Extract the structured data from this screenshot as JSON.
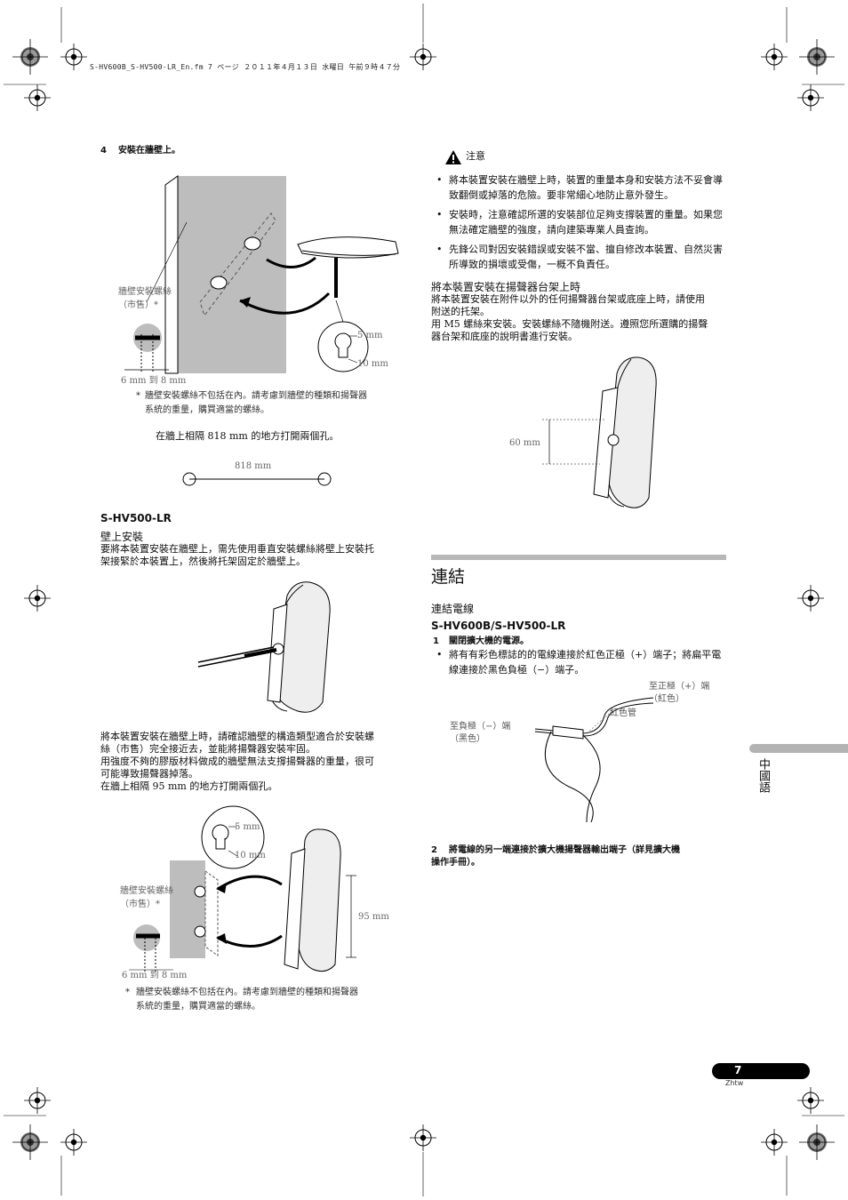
{
  "header_line": "S-HV600B_S-HV500-LR_En.fm  7 ページ  ２０１１年４月１３日  水曜日  午前９時４７分",
  "step4": {
    "num": "4",
    "text": "安裝在牆壁上。"
  },
  "fig1": {
    "screw_label": [
      "牆壁安裝螺絲",
      "（市售）*"
    ],
    "screw_dim": "6 mm 到 8 mm",
    "hole_5": "5 mm",
    "hole_10": "10 mm",
    "footnote_mark": "*",
    "footnote": [
      "牆壁安裝螺絲不包括在內。請考慮到牆壁的種類和揚聲器",
      "系統的重量，購買適當的螺絲。"
    ]
  },
  "drill_818": {
    "text": "在牆上相隔 818 mm 的地方打開兩個孔。",
    "dim": "818 mm"
  },
  "hv500": {
    "title": "S-HV500-LR",
    "subtitle": "壁上安裝",
    "para": [
      "要將本裝置安裝在牆壁上，需先使用垂直安裝螺絲將壁上安裝托",
      "架接緊於本裝置上，然後將托架固定於牆壁上。"
    ],
    "para2": [
      "將本裝置安裝在牆壁上時，請確認牆壁的構造類型適合於安裝螺",
      "絲（市售）完全接近去，並能將揚聲器安裝牢固。",
      "用強度不夠的膠版材料做成的牆壁無法支撐揚聲器的重量，很可",
      "可能導致揚聲器掉落。",
      "在牆上相隔 95 mm 的地方打開兩個孔。"
    ],
    "fig_hole_5": "5 mm",
    "fig_hole_10": "10 mm",
    "fig_screw_label": [
      "牆壁安裝螺絲",
      "（市售）*"
    ],
    "fig_dim95": "95 mm",
    "fig_screw_dim": "6 mm 到 8 mm",
    "footnote_mark": "*",
    "footnote": [
      "牆壁安裝螺絲不包括在內。請考慮到牆壁的種類和揚聲器",
      "系統的重量，購買適當的螺絲。"
    ]
  },
  "caution": {
    "title": "注意",
    "items": [
      "將本裝置安裝在牆壁上時，裝置的重量本身和安裝方法不妥會導致翻倒或掉落的危險。要非常細心地防止意外發生。",
      "安裝時，注意確認所選的安裝部位足夠支撐裝置的重量。如果您無法確定牆壁的強度，請向建築專業人員查詢。",
      "先鋒公司對因安裝錯誤或安裝不當、擅自修改本裝置、自然災害所導致的損壞或受傷，一概不負責任。"
    ]
  },
  "stand": {
    "title": "將本裝置安裝在揚聲器台架上時",
    "para": [
      "將本裝置安裝在附件以外的任何揚聲器台架或底座上時，請使用",
      "附送的托架。",
      "用 M5 螺絲來安裝。安裝螺絲不隨機附送。遵照您所選購的揚聲",
      "器台架和底座的說明書進行安裝。"
    ],
    "dim60": "60 mm"
  },
  "connect": {
    "title": "連結",
    "subtitle": "連結電線",
    "model": "S-HV600B/S-HV500-LR",
    "step1_num": "1",
    "step1": "關閉擴大機的電源。",
    "bullet": "將有有彩色標誌的的電線連接於紅色正極（+）端子；將扁平電線連接於黑色負極（−）端子。",
    "pos_label": [
      "至正極（+）端",
      "（紅色）"
    ],
    "red_tube": "紅色管",
    "neg_label": [
      "至負極（−）端",
      "（黑色）"
    ],
    "step2_num": "2",
    "step2": [
      "將電線的另一端連接於擴大機揚聲器輸出端子（詳見擴大機",
      "操作手冊）。"
    ]
  },
  "side_tab": "中國語",
  "page_num": "7",
  "lang_code": "Zhtw",
  "colors": {
    "tab_gray": "#b3b3b3",
    "wall_gray": "#bdbdbd",
    "rule_gray": "#b8b8b8"
  }
}
